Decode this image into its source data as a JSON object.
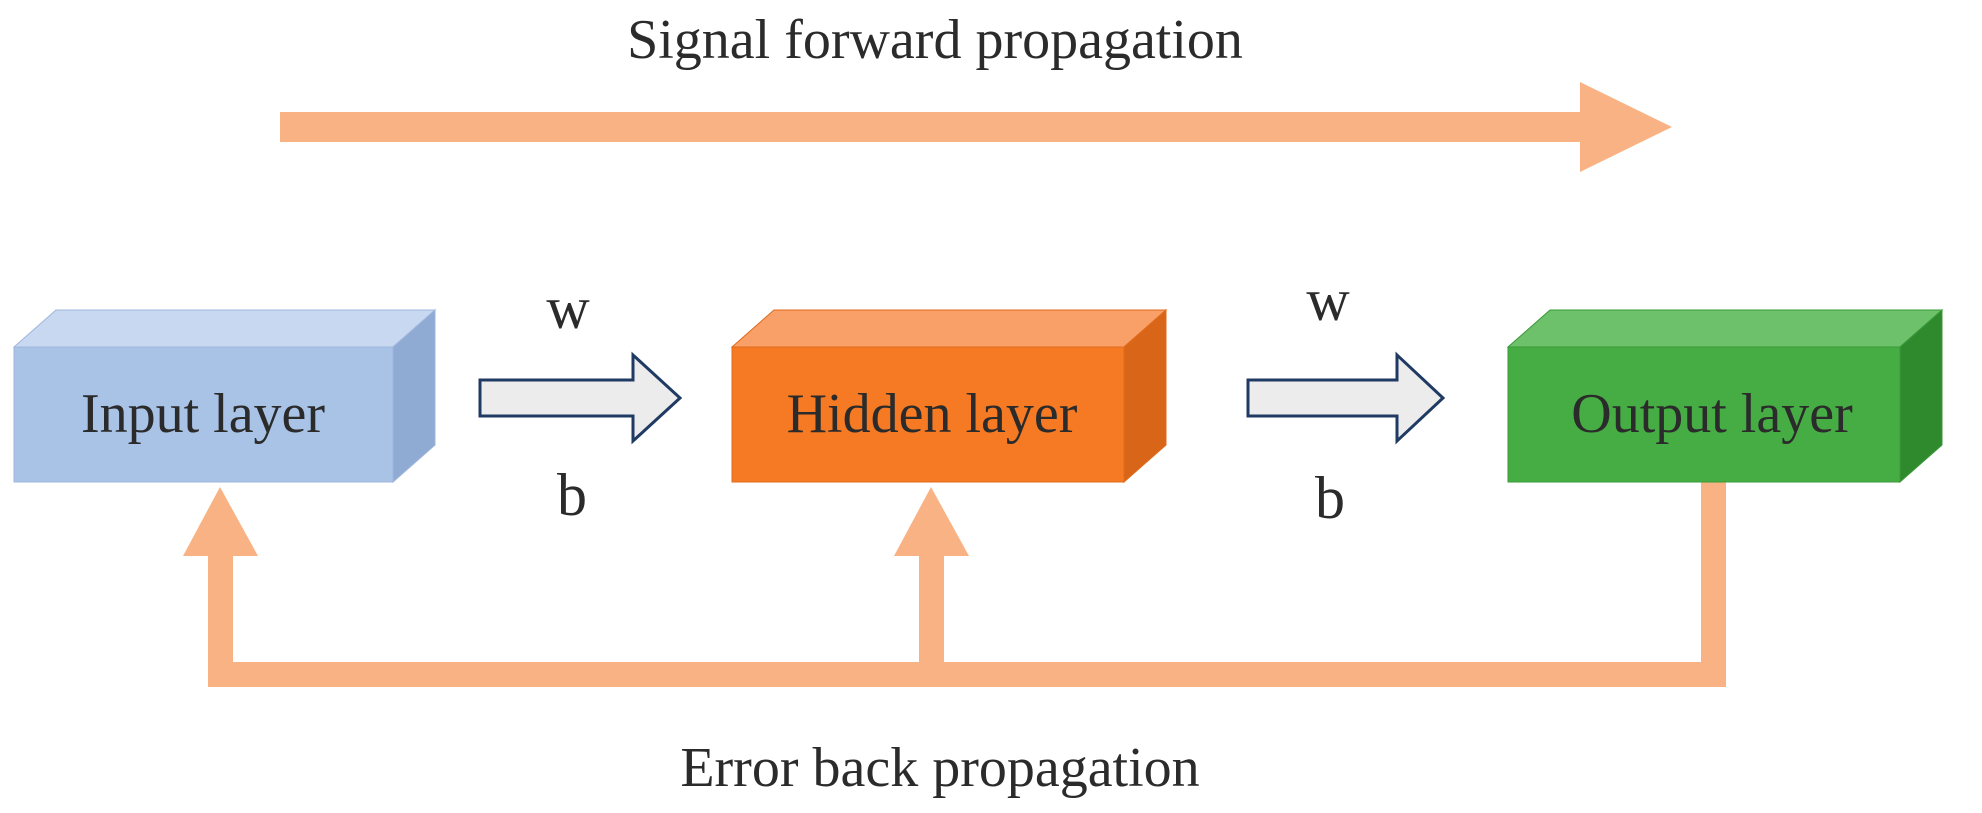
{
  "title_top": "Signal forward propagation",
  "title_bottom": "Error back propagation",
  "layers": [
    {
      "label": "Input layer",
      "front": "#a9c3e6",
      "top": "#c7d8f0",
      "side": "#8faad3",
      "edge": "#9fb6dc"
    },
    {
      "label": "Hidden layer",
      "front": "#f57a23",
      "top": "#f9a068",
      "side": "#d96618",
      "edge": "#e06a1c"
    },
    {
      "label": "Output layer",
      "front": "#46ad44",
      "top": "#6cc16a",
      "side": "#2f8a2e",
      "edge": "#3a9a38"
    }
  ],
  "connections": [
    {
      "weight": "w",
      "bias": "b"
    },
    {
      "weight": "w",
      "bias": "b"
    }
  ],
  "colors": {
    "propagation_arrow": "#f9b283",
    "connector_fill": "#ececec",
    "connector_stroke": "#1f3a63"
  }
}
